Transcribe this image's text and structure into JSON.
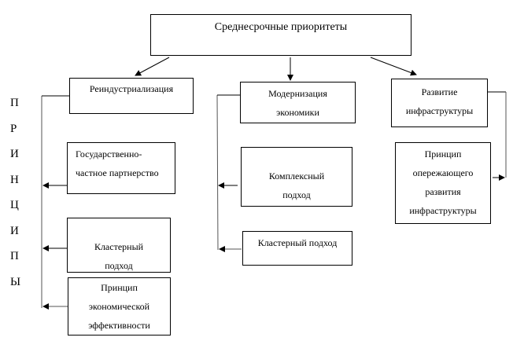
{
  "root": {
    "label": "Среднесрочные приоритеты"
  },
  "vertical_label": {
    "letters": [
      "П",
      "Р",
      "И",
      "Н",
      "Ц",
      "И",
      "П",
      "Ы"
    ]
  },
  "branches": [
    {
      "label": "Реиндустриализация",
      "principles": [
        {
          "lines": [
            "Государственно-",
            "частное партнерство"
          ]
        },
        {
          "lines": [
            "Кластерный",
            "подход"
          ]
        },
        {
          "lines": [
            "Принцип",
            "экономической",
            "эффективности"
          ]
        }
      ]
    },
    {
      "lines": [
        "Модернизация",
        "экономики"
      ],
      "principles": [
        {
          "lines": [
            "Комплексный",
            "подход"
          ]
        },
        {
          "lines": [
            "Кластерный подход"
          ]
        }
      ]
    },
    {
      "lines": [
        "Развитие",
        "инфраструктуры"
      ],
      "principles": [
        {
          "lines": [
            "Принцип",
            "опережающего",
            "развития",
            "инфраструктуры"
          ]
        }
      ]
    }
  ]
}
